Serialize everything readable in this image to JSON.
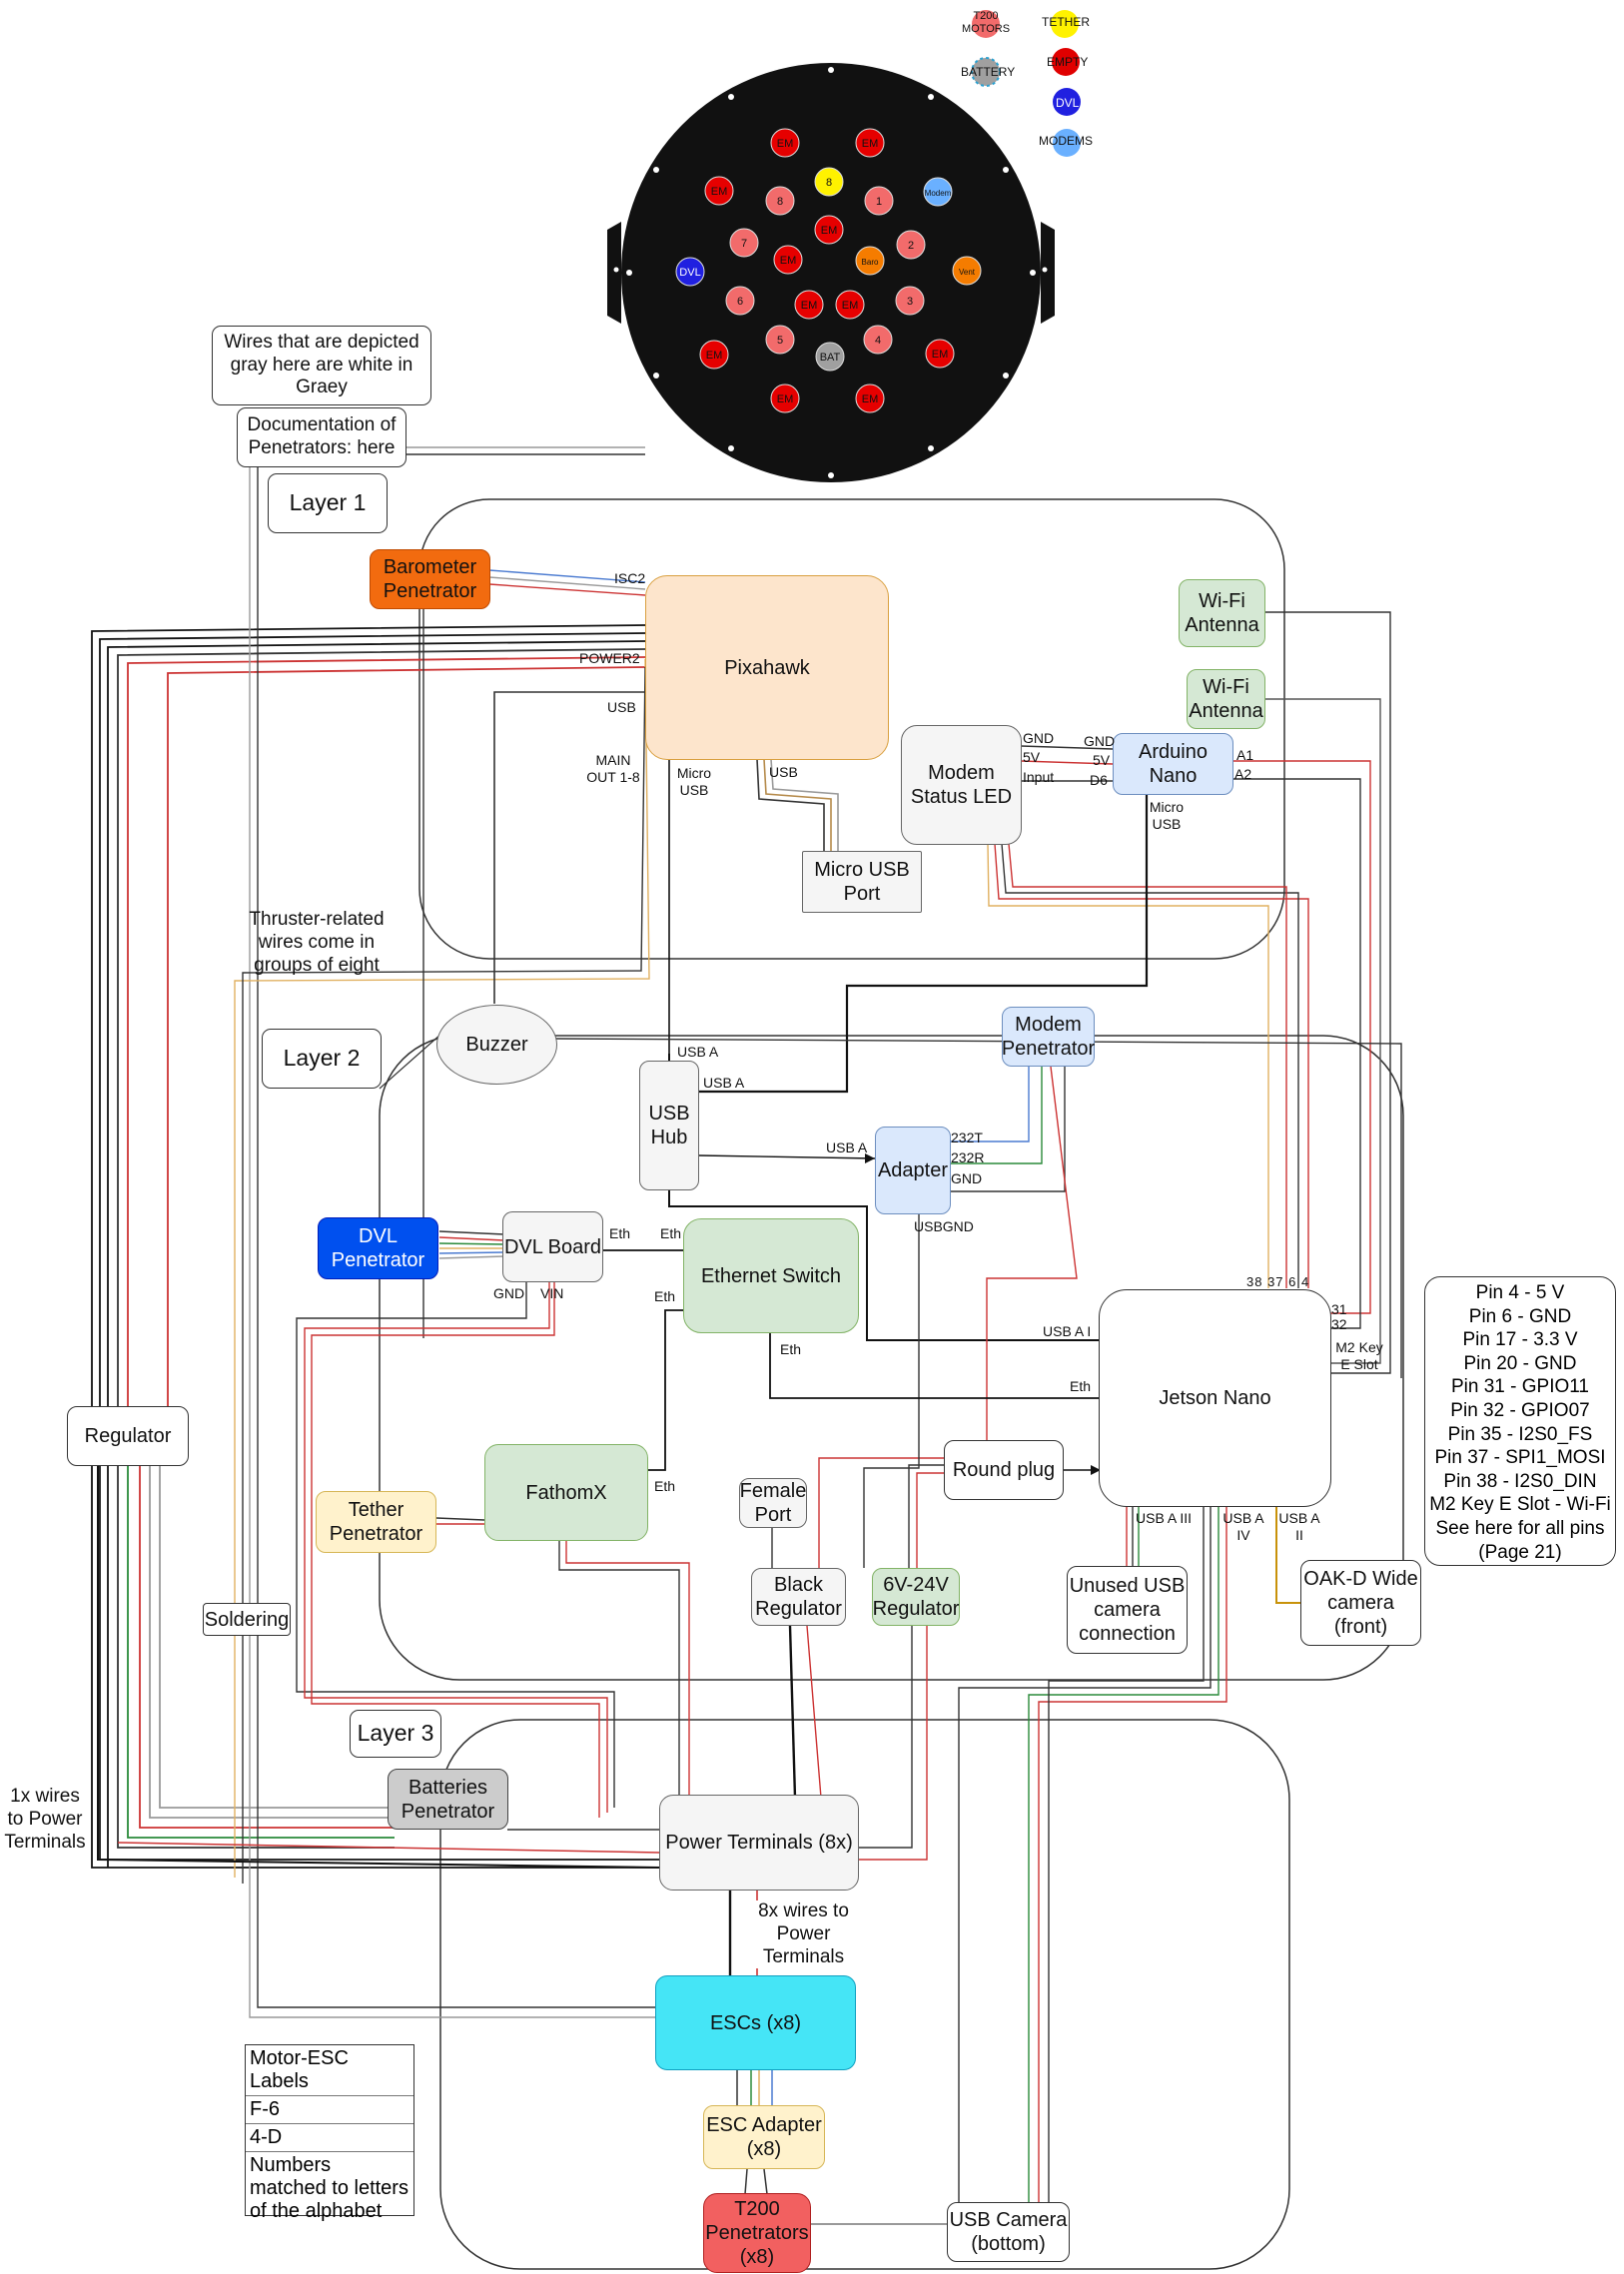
{
  "header": {
    "legend": [
      {
        "label": "T200 MOTORS",
        "color": "#f26b6b"
      },
      {
        "label": "TETHER",
        "color": "#fff200"
      },
      {
        "label": "BATTERY",
        "color": "#a0a0a0"
      },
      {
        "label": "EMPTY",
        "color": "#e00000"
      },
      {
        "label": "DVL",
        "color": "#2020e0"
      },
      {
        "label": "MODEMS",
        "color": "#6ab0ff"
      }
    ]
  },
  "endcap": {
    "ports": [
      {
        "label": "EM",
        "kind": "empty"
      },
      {
        "label": "EM",
        "kind": "empty"
      },
      {
        "label": "EM",
        "kind": "empty"
      },
      {
        "label": "8",
        "kind": "tether"
      },
      {
        "label": "8",
        "kind": "motor"
      },
      {
        "label": "1",
        "kind": "motor"
      },
      {
        "label": "Modem",
        "kind": "modem"
      },
      {
        "label": "EM",
        "kind": "empty"
      },
      {
        "label": "7",
        "kind": "motor"
      },
      {
        "label": "2",
        "kind": "motor"
      },
      {
        "label": "DVL",
        "kind": "dvl"
      },
      {
        "label": "EM",
        "kind": "empty"
      },
      {
        "label": "Baro",
        "kind": "baro"
      },
      {
        "label": "Vent",
        "kind": "baro"
      },
      {
        "label": "6",
        "kind": "motor"
      },
      {
        "label": "EM",
        "kind": "empty"
      },
      {
        "label": "EM",
        "kind": "empty"
      },
      {
        "label": "3",
        "kind": "motor"
      },
      {
        "label": "EM",
        "kind": "empty"
      },
      {
        "label": "5",
        "kind": "motor"
      },
      {
        "label": "BAT",
        "kind": "battery"
      },
      {
        "label": "4",
        "kind": "motor"
      },
      {
        "label": "EM",
        "kind": "empty"
      },
      {
        "label": "EM",
        "kind": "empty"
      },
      {
        "label": "EM",
        "kind": "empty"
      }
    ]
  },
  "notes": {
    "gray_wires": "Wires that are depicted gray here are white in Graey",
    "documentation": "Documentation of Penetrators: here",
    "thruster": "Thruster-related wires come in groups of eight",
    "one_x": "1x wires to Power Terminals",
    "eight_x": "8x wires to Power Terminals"
  },
  "layers": {
    "l1": "Layer 1",
    "l2": "Layer 2",
    "l3": "Layer 3"
  },
  "components": {
    "barometer": "Barometer Penetrator",
    "pixhawk": "Pixahawk",
    "wifi1": "Wi-Fi Antenna",
    "wifi2": "Wi-Fi Antenna",
    "modem_led": "Modem Status LED",
    "arduino": "Arduino Nano",
    "micro_usb_port": "Micro USB Port",
    "buzzer": "Buzzer",
    "modem_pen": "Modem Penetrator",
    "usb_hub": "USB Hub",
    "adapter": "Adapter",
    "dvl_pen": "DVL Penetrator",
    "dvl_board": "DVL Board",
    "eth_switch": "Ethernet Switch",
    "jetson": "Jetson Nano",
    "regulator": "Regulator",
    "tether": "Tether Penetrator",
    "fathomx": "FathomX",
    "female_port": "Female Port",
    "round_plug": "Round plug",
    "black_reg": "Black Regulator",
    "reg_6v": "6V-24V Regulator",
    "unused_usb": "Unused USB camera connection",
    "oakd": "OAK-D Wide camera (front)",
    "soldering": "Soldering",
    "batteries": "Batteries Penetrator",
    "power_terms": "Power Terminals (8x)",
    "escs": "ESCs (x8)",
    "esc_adapter": "ESC Adapter (x8)",
    "t200": "T200 Penetrators (x8)",
    "usb_cam": "USB Camera (bottom)"
  },
  "wire_labels": {
    "isc2": "ISC2",
    "power2": "POWER2",
    "usb_pix": "USB",
    "main_out": "MAIN OUT 1-8",
    "micro_usb": "Micro USB",
    "usb_pix2": "USB",
    "led_gnd": "GND",
    "led_5v": "5V",
    "led_input": "Input",
    "ard_gnd": "GND",
    "ard_5v": "5V",
    "ard_d6": "D6",
    "ard_a1": "A1",
    "ard_a2": "A2",
    "ard_micro": "Micro USB",
    "hub_usba1": "USB A",
    "hub_usba2": "USB A",
    "hub_usba3": "USB A",
    "ad_232t": "232T",
    "ad_232r": "232R",
    "ad_gnd": "GND",
    "ad_usbgnd": "USBGND",
    "dvl_eth": "Eth",
    "sw_eth1": "Eth",
    "sw_eth2": "Eth",
    "sw_eth3": "Eth",
    "fx_eth": "Eth",
    "dvl_gnd": "GND",
    "dvl_vin": "VIN",
    "j_usbai": "USB A I",
    "j_eth": "Eth",
    "j_pins": "38 37 6 4",
    "j_31": "31",
    "j_32": "32",
    "j_m2": "M2 Key E Slot",
    "j_usbaiii": "USB A III",
    "j_usbaiv": "USB A IV",
    "j_usbaii": "USB A II"
  },
  "pins": {
    "lines": [
      "Pin 4 - 5 V",
      "Pin 6 - GND",
      "Pin 17 - 3.3 V",
      "Pin 20 - GND",
      "Pin 31 - GPIO11",
      "Pin 32 - GPIO07",
      "Pin 35 - I2S0_FS",
      "Pin 37 - SPI1_MOSI",
      "Pin 38 - I2S0_DIN",
      "M2 Key E Slot - Wi-Fi",
      "See here for all pins",
      "(Page 21)"
    ]
  },
  "motor_esc": {
    "title": "Motor-ESC Labels",
    "rows": [
      "F-6",
      "4-D",
      "Numbers matched to letters of the alphabet"
    ]
  }
}
